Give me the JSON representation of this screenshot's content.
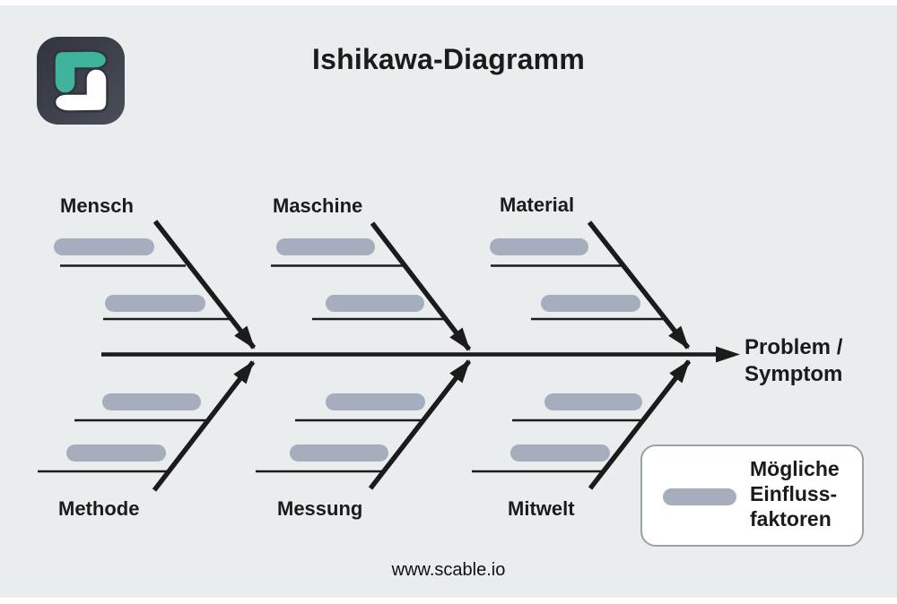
{
  "page": {
    "title": "Ishikawa-Diagramm",
    "footer": "www.scable.io"
  },
  "diagram": {
    "type": "ishikawa-fishbone",
    "categories_top": [
      "Mensch",
      "Maschine",
      "Material"
    ],
    "categories_bottom": [
      "Methode",
      "Messung",
      "Mitwelt"
    ],
    "effect": {
      "line1": "Problem /",
      "line2": "Symptom"
    },
    "legend": {
      "lines": [
        "Mögliche",
        "Einfluss-",
        "faktoren"
      ],
      "symbol": "factor-pill"
    },
    "factor_placeholders_per_category": 2
  },
  "icons": {
    "logo": "scable-s-logo"
  },
  "colors": {
    "bg": "#e9edee",
    "line": "#1b1b1b",
    "pill": "#a6adbd",
    "logo_teal": "#3fb29b",
    "legend_border": "#9aa1a8"
  }
}
